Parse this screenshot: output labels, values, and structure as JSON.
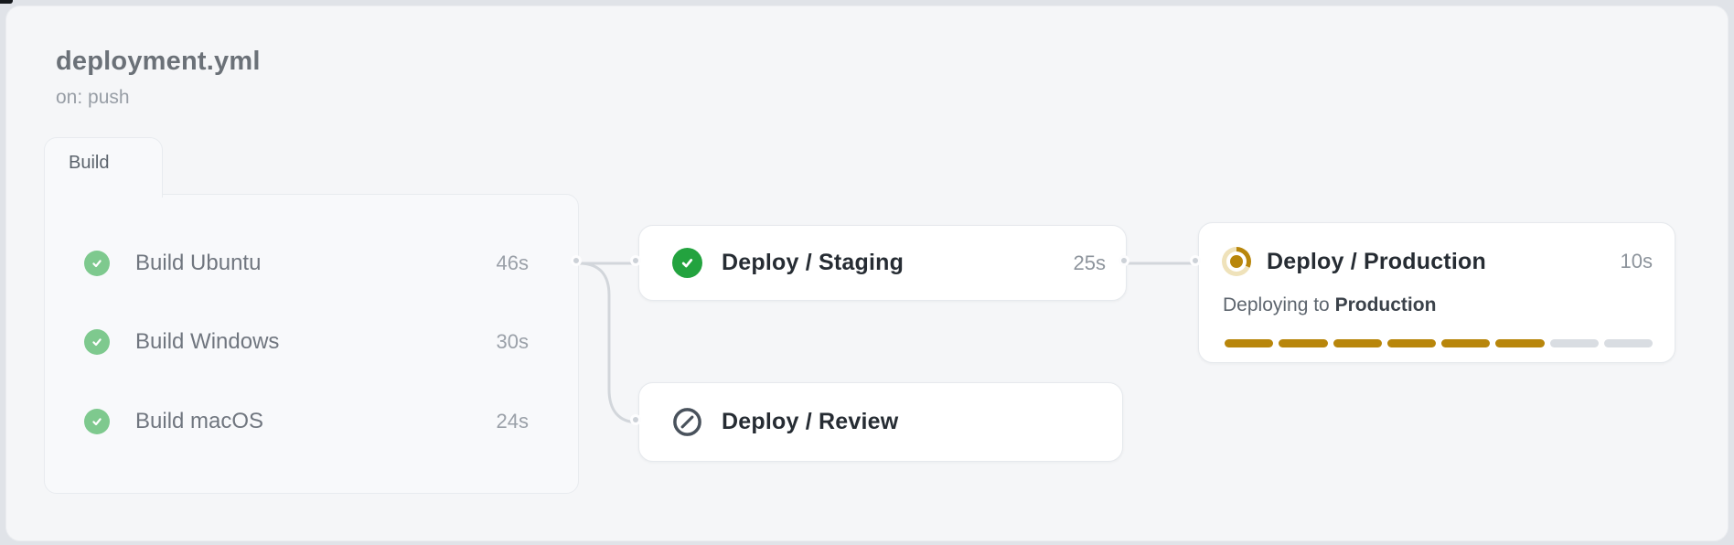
{
  "header": {
    "title": "deployment.yml",
    "trigger": "on: push"
  },
  "build_group": {
    "label": "Build",
    "jobs": [
      {
        "name": "Build Ubuntu",
        "duration": "46s",
        "status": "success",
        "icon": "check-circle-icon"
      },
      {
        "name": "Build Windows",
        "duration": "30s",
        "status": "success",
        "icon": "check-circle-icon"
      },
      {
        "name": "Build macOS",
        "duration": "24s",
        "status": "success",
        "icon": "check-circle-icon"
      }
    ]
  },
  "stages": {
    "staging": {
      "title": "Deploy / Staging",
      "duration": "25s",
      "status": "success",
      "icon": "check-circle-icon"
    },
    "review": {
      "title": "Deploy / Review",
      "duration": "",
      "status": "skipped",
      "icon": "skipped-icon"
    },
    "production": {
      "title": "Deploy / Production",
      "duration": "10s",
      "status": "in_progress",
      "icon": "in-progress-icon",
      "deploy_prefix": "Deploying to ",
      "deploy_target": "Production",
      "progress": {
        "total": 8,
        "filled": 6
      }
    }
  },
  "colors": {
    "success_strong": "#23a33f",
    "success_soft": "#7ec98e",
    "pending_amber": "#b8860b",
    "amber_ring": "#efe2ba",
    "progress_empty": "#d9dde2",
    "connector": "#d2d6db",
    "skipped_stroke": "#49525c"
  }
}
